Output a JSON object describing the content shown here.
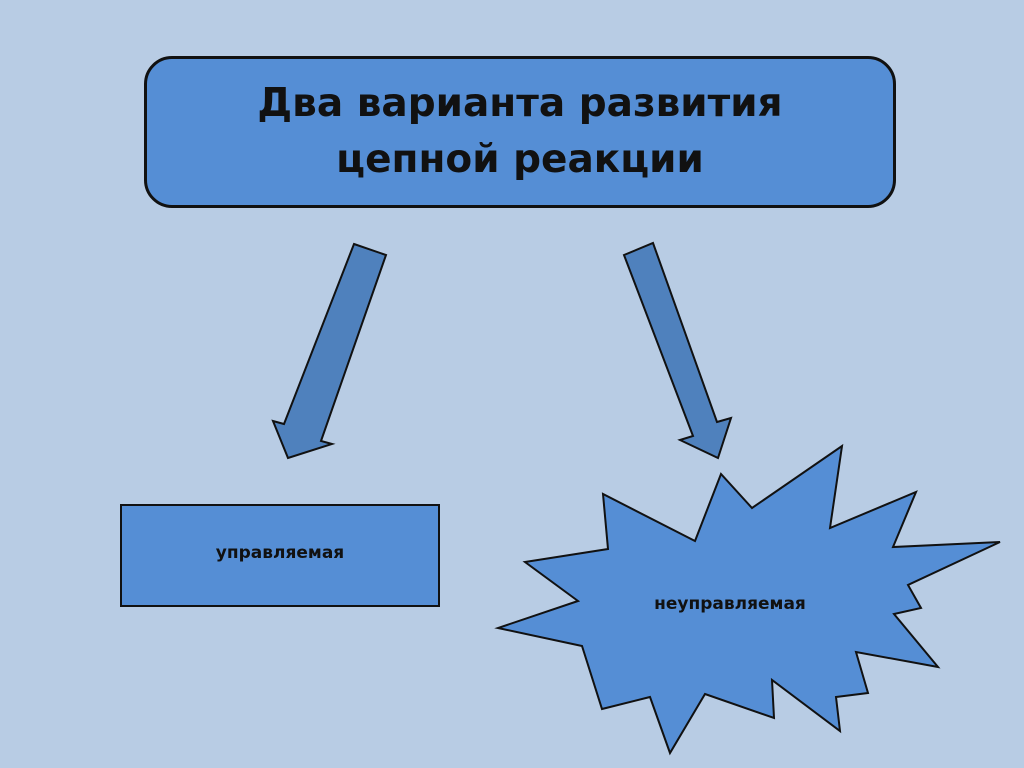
{
  "title": "Два варианта развития цепной реакции",
  "branches": {
    "left_label": "управляемая",
    "right_label": "неуправляемая"
  },
  "colors": {
    "background": "#b8cce4",
    "shape_fill": "#558ed5",
    "arrow_fill": "#4f81bd",
    "outline": "#111111"
  }
}
